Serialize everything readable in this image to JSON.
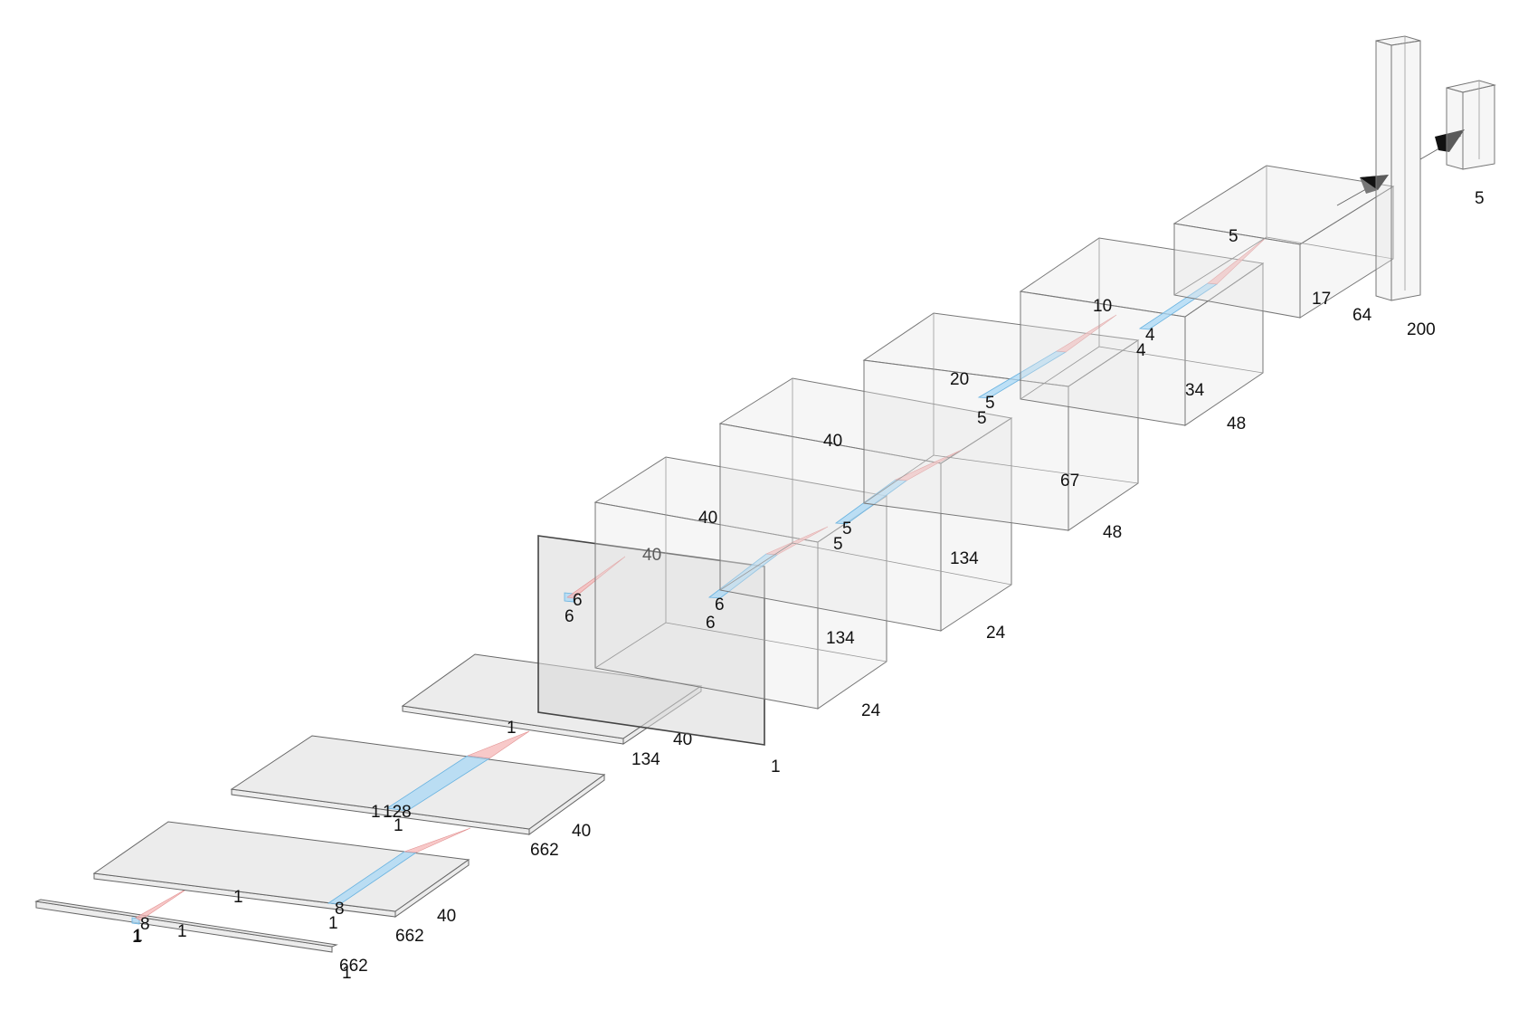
{
  "layers": [
    {
      "id": "input",
      "labels": [
        "662",
        "1",
        "1",
        "1"
      ]
    },
    {
      "id": "conv1",
      "labels": [
        "662",
        "40",
        "1",
        "1",
        "8",
        "1",
        "8"
      ]
    },
    {
      "id": "conv2",
      "labels": [
        "662",
        "40",
        "1",
        "128",
        "1"
      ]
    },
    {
      "id": "conv3",
      "labels": [
        "134",
        "40",
        "1"
      ]
    },
    {
      "id": "reshape",
      "labels": [
        "1",
        "40",
        "6",
        "6"
      ]
    },
    {
      "id": "conv4",
      "labels": [
        "134",
        "24",
        "40",
        "6",
        "6"
      ]
    },
    {
      "id": "conv5",
      "labels": [
        "134",
        "24",
        "40",
        "5",
        "5"
      ]
    },
    {
      "id": "conv6",
      "labels": [
        "67",
        "48",
        "20",
        "5",
        "5"
      ]
    },
    {
      "id": "conv7",
      "labels": [
        "34",
        "48",
        "10",
        "4",
        "4"
      ]
    },
    {
      "id": "conv8",
      "labels": [
        "17",
        "64",
        "5"
      ]
    },
    {
      "id": "dense1",
      "labels": [
        "200"
      ]
    },
    {
      "id": "output",
      "labels": [
        "5"
      ]
    }
  ],
  "colors": {
    "kernel": "#a9d8f5",
    "cone": "#f5b7b7",
    "edge": "#555555",
    "arrow": "#111111"
  },
  "icons": [
    "flatten-arrow-icon",
    "dense-arrow-icon"
  ]
}
